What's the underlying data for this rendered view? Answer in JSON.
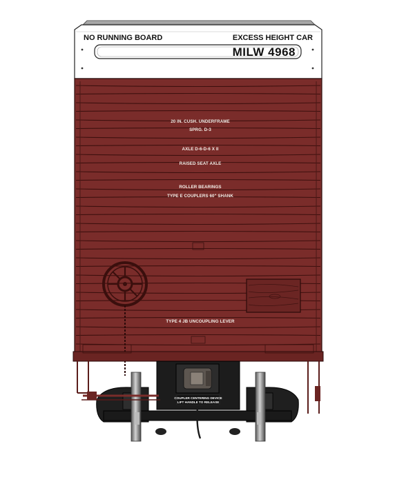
{
  "header_panel": {
    "left_label": "NO RUNNING BOARD",
    "right_label": "EXCESS HEIGHT CAR",
    "reporting_mark": "MILW 4968"
  },
  "stencils": [
    "20 IN. CUSH. UNDERFRAME",
    "SPRG. D-3",
    "AXLE D-6-D-6 X II",
    "RAISED SEAT AXLE",
    "ROLLER BEARINGS",
    "TYPE E COUPLERS 60\" SHANK",
    "TYPE 4 JB UNCOUPLING LEVER"
  ],
  "coupler_plate": {
    "line1": "COUPLER CENTERING DEVICE",
    "line2": "LIFT HANDLE TO RELEASE"
  },
  "colors": {
    "car_body": "#7a2c2a",
    "body_dark": "#4a1715",
    "header_panel": "#ffffff",
    "roof": "#9a9a9a",
    "trucks": "#1c1c1c",
    "wheels": "#8c8c8c"
  }
}
